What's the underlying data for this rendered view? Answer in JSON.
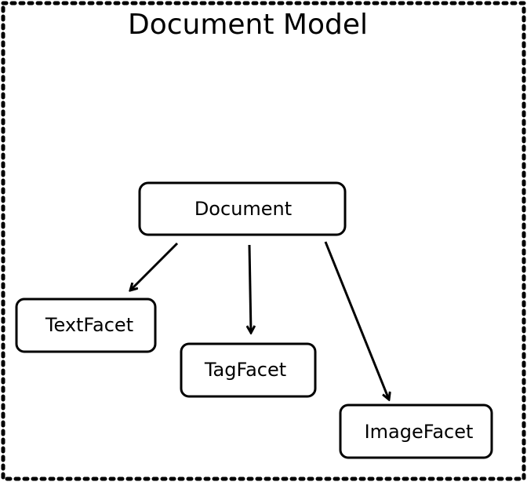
{
  "title": "Document Model",
  "nodes": {
    "document": {
      "label": "Document"
    },
    "text_facet": {
      "label": "TextFacet"
    },
    "tag_facet": {
      "label": "TagFacet"
    },
    "image_facet": {
      "label": "ImageFacet"
    }
  },
  "edges": [
    {
      "from": "Document",
      "to": "TextFacet"
    },
    {
      "from": "Document",
      "to": "TagFacet"
    },
    {
      "from": "Document",
      "to": "ImageFacet"
    }
  ],
  "colors": {
    "stroke": "#000000",
    "background": "#ffffff"
  }
}
